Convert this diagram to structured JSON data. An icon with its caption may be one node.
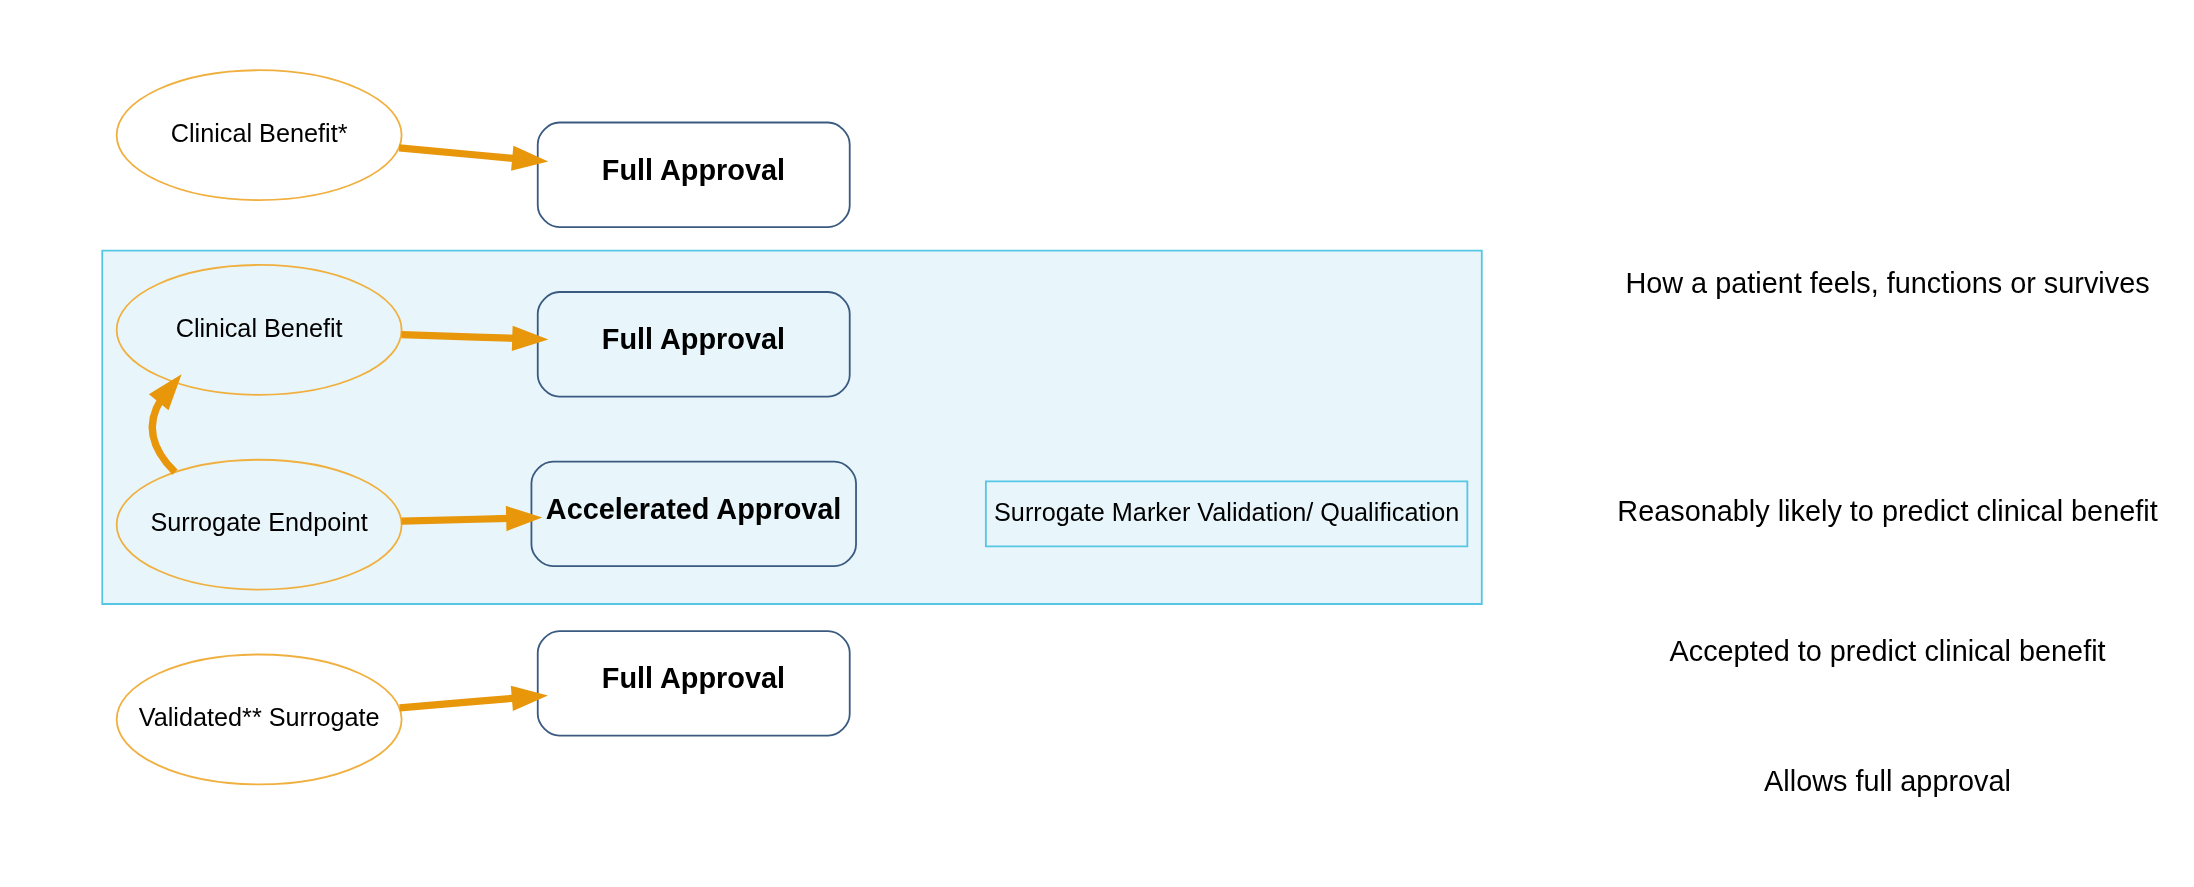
{
  "diagram": {
    "nodes": [
      {
        "text": [
          "Clinical Benefit*"
        ]
      },
      {
        "text": [
          "Full Approval"
        ]
      },
      {
        "text": [],
        "shape": "pentagon"
      },
      {
        "text": [
          "Surrogate Endpoint"
        ],
        "in": 2
      },
      {
        "text": [
          "Accelerated Approval"
        ],
        "in": 2
      },
      {
        "text": [
          "Clinical Benefit"
        ],
        "in": 2
      },
      {
        "text": [
          "Full Approval"
        ],
        "in": 2
      },
      {
        "text": [
          "Surrogate Marker Validation/ Qualification"
        ],
        "in": 2
      },
      {
        "text": [
          "Validated** Surrogate"
        ]
      },
      {
        "text": [
          "Full Approval"
        ]
      }
    ],
    "edges": [
      {
        "from": 0,
        "to": 1,
        "arrow": "to"
      },
      {
        "from": 3,
        "to": 4,
        "arrow": "to"
      },
      {
        "from": 3,
        "to": 5,
        "arrow": "to"
      },
      {
        "from": 5,
        "to": 6,
        "arrow": "to"
      },
      {
        "from": 8,
        "to": 9,
        "arrow": "to"
      }
    ],
    "labels": [
      "How a patient feels, functions or survives",
      "Reasonably likely to predict clinical benefit",
      "Accepted to predict clinical benefit",
      "Allows full approval"
    ]
  }
}
